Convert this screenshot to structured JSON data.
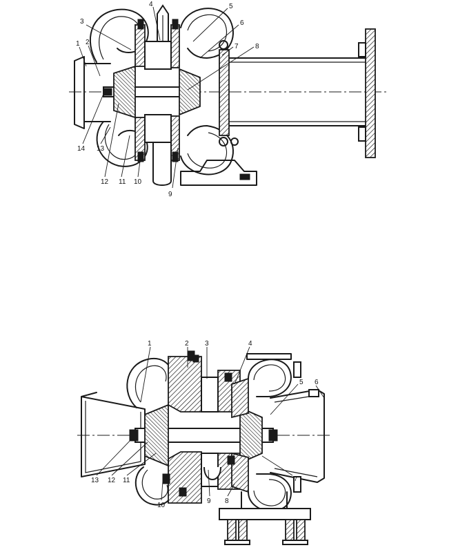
{
  "figure_top": {
    "labels": [
      "1",
      "2",
      "3",
      "4",
      "5",
      "6",
      "7",
      "8",
      "9",
      "10",
      "11",
      "12",
      "13",
      "14"
    ]
  },
  "figure_bottom": {
    "labels": [
      "1",
      "2",
      "3",
      "4",
      "5",
      "6",
      "7",
      "8",
      "9",
      "10",
      "11",
      "12",
      "13"
    ]
  },
  "colors": {
    "ink": "#1a1a1a",
    "paper": "#ffffff"
  }
}
